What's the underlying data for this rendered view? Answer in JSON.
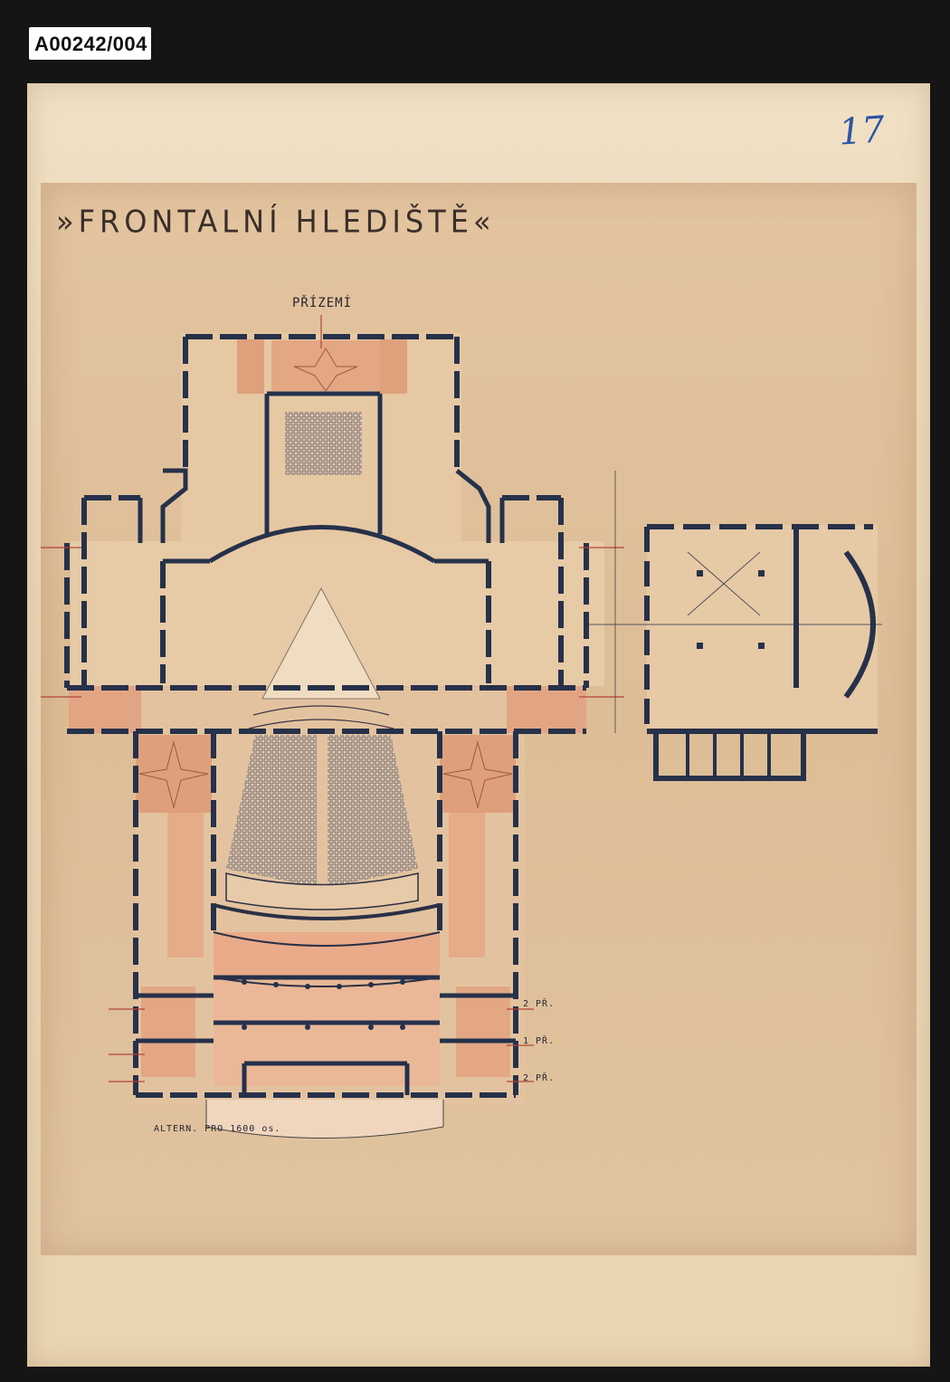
{
  "catalog": {
    "id": "A00242/004"
  },
  "sheet": {
    "number": "17"
  },
  "drawing": {
    "title": "»FRONTALNÍ HLEDIŠTĚ«",
    "floor_label": "PŘÍZEMÍ",
    "bottom_note": "ALTERN. PRO 1600 os.",
    "level_marks": [
      "2 PŘ.",
      "1 PŘ.",
      "2 PŘ."
    ]
  },
  "colors": {
    "ink": "#26314a",
    "wash_orange": "#e3a784",
    "wash_light": "#efc7a2",
    "paper": "#ecd8b8"
  }
}
